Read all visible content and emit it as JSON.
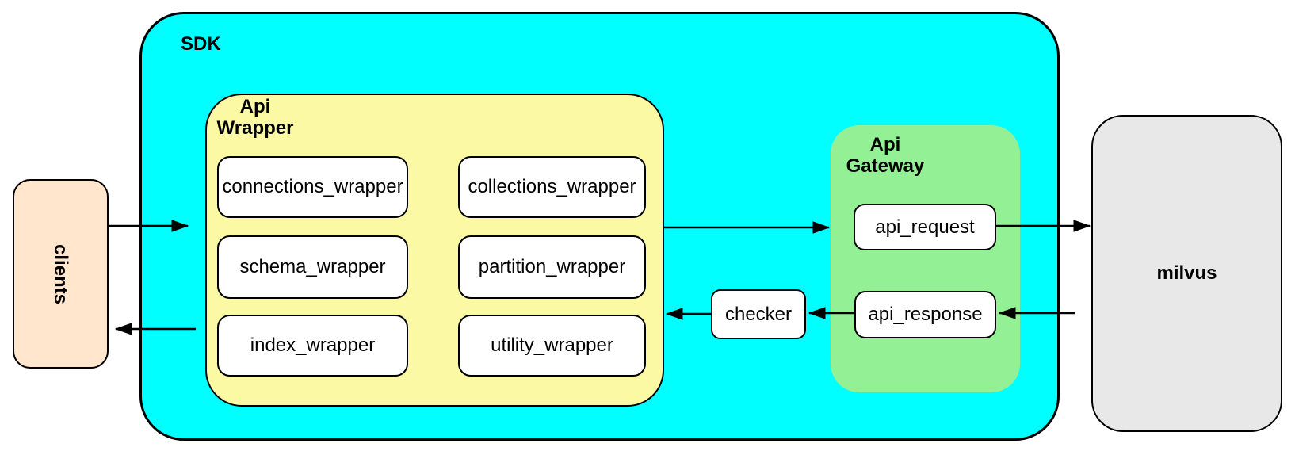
{
  "diagram": {
    "clients": {
      "label": "clients"
    },
    "sdk": {
      "label": "SDK",
      "api_wrapper": {
        "label": "Api\nWrapper",
        "boxes": [
          "connections_wrapper",
          "collections_wrapper",
          "schema_wrapper",
          "partition_wrapper",
          "index_wrapper",
          "utility_wrapper"
        ]
      },
      "checker": {
        "label": "checker"
      },
      "api_gateway": {
        "label": "Api\nGateway",
        "boxes": [
          "api_request",
          "api_response"
        ]
      }
    },
    "milvus": {
      "label": "milvus"
    },
    "edges": [
      {
        "from": "clients",
        "to": "api_wrapper"
      },
      {
        "from": "api_wrapper",
        "to": "api_gateway"
      },
      {
        "from": "api_request",
        "to": "milvus"
      },
      {
        "from": "milvus",
        "to": "api_response"
      },
      {
        "from": "api_response",
        "to": "checker"
      },
      {
        "from": "checker",
        "to": "api_wrapper"
      },
      {
        "from": "api_wrapper",
        "to": "clients"
      }
    ],
    "colors": {
      "sdk_fill": "#00FFFF",
      "api_wrapper_fill": "#FBF9A3",
      "api_gateway_fill": "#94F094",
      "clients_fill": "#FFE6CC",
      "milvus_fill": "#E8E8E8",
      "node_fill": "#FFFFFF",
      "stroke": "#000000"
    }
  }
}
